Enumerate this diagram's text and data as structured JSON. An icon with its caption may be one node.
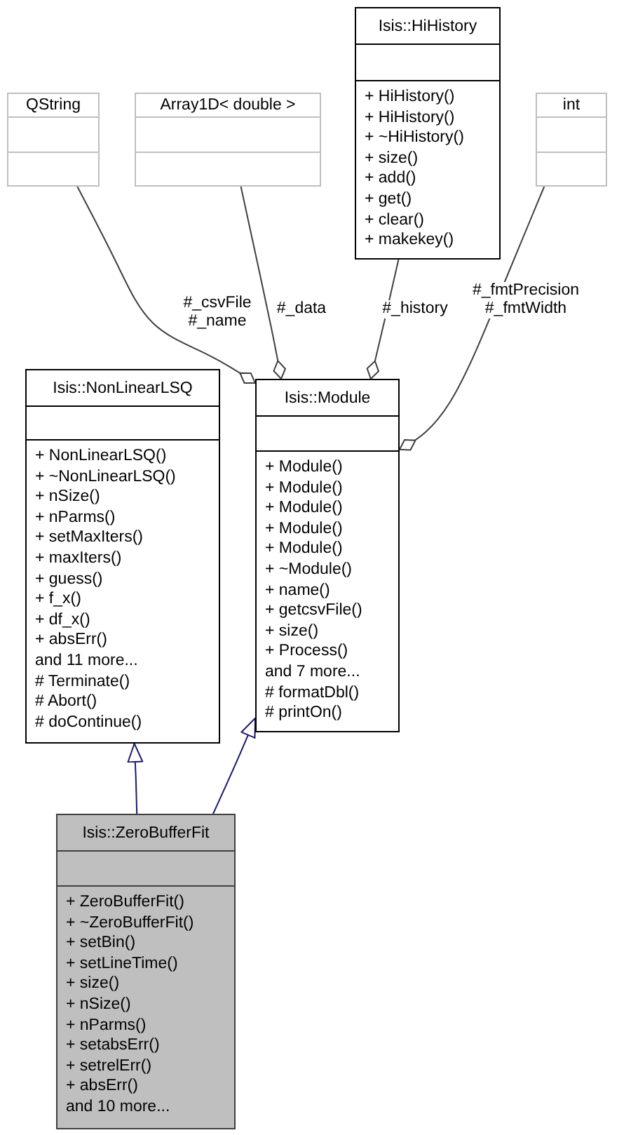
{
  "diagram": {
    "nodes": [
      {
        "text": [
          "QString"
        ]
      },
      {
        "text": [
          "Array1D< double >"
        ]
      },
      {
        "text": [
          "Isis::HiHistory",
          "+ HiHistory()",
          "+ HiHistory()",
          "+ ~HiHistory()",
          "+ size()",
          "+ add()",
          "+ get()",
          "+ clear()",
          "+ makekey()"
        ]
      },
      {
        "text": [
          "int"
        ]
      },
      {
        "text": [
          "Isis::NonLinearLSQ",
          "+ NonLinearLSQ()",
          "+ ~NonLinearLSQ()",
          "+ nSize()",
          "+ nParms()",
          "+ setMaxIters()",
          "+ maxIters()",
          "+ guess()",
          "+ f_x()",
          "+ df_x()",
          "+ absErr()",
          "and 11 more...",
          "# Terminate()",
          "# Abort()",
          "# doContinue()"
        ]
      },
      {
        "text": [
          "Isis::Module",
          "+ Module()",
          "+ Module()",
          "+ Module()",
          "+ Module()",
          "+ Module()",
          "+ ~Module()",
          "+ name()",
          "+ getcsvFile()",
          "+ size()",
          "+ Process()",
          "and 7 more...",
          "# formatDbl()",
          "# printOn()"
        ]
      },
      {
        "text": [
          "Isis::ZeroBufferFit",
          "+ ZeroBufferFit()",
          "+ ~ZeroBufferFit()",
          "+ setBin()",
          "+ setLineTime()",
          "+ size()",
          "+ nSize()",
          "+ nParms()",
          "+ setabsErr()",
          "+ setrelErr()",
          "+ absErr()",
          "and 10 more..."
        ]
      }
    ],
    "edges": [
      {
        "from": 0,
        "to": 5,
        "arrow": "other",
        "label": "#_csvFile #_name"
      },
      {
        "from": 1,
        "to": 5,
        "arrow": "other",
        "label": "#_data"
      },
      {
        "from": 2,
        "to": 5,
        "arrow": "other",
        "label": "#_history"
      },
      {
        "from": 3,
        "to": 5,
        "arrow": "other",
        "label": "#_fmtPrecision #_fmtWidth"
      },
      {
        "from": 6,
        "to": 4,
        "arrow": "to",
        "color": "#191970"
      },
      {
        "from": 6,
        "to": 5,
        "arrow": "to",
        "color": "#191970"
      }
    ]
  }
}
